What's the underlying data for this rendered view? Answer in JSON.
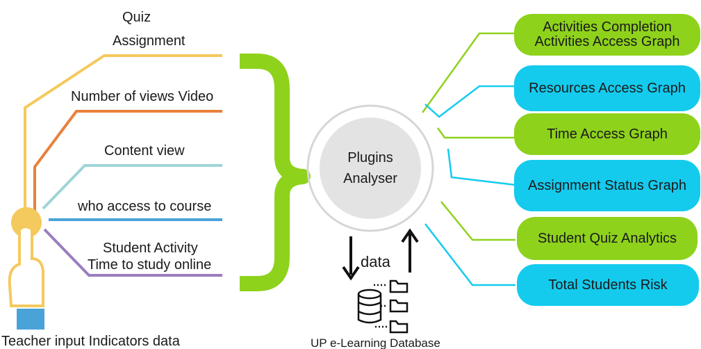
{
  "inputs": {
    "quiz": "Quiz",
    "assignment": "Assignment",
    "video_views": "Number of views Video",
    "content_view": "Content view",
    "course_access": "who access to course",
    "student_activity": "Student Activity",
    "study_time": "Time to study online"
  },
  "teacher_caption": "Teacher input Indicators data",
  "analyser": {
    "line1": "Plugins",
    "line2": "Analyser"
  },
  "data_label": "data",
  "database_caption": "UP e-Learning Database",
  "outputs": [
    {
      "line1": "Activities Completion",
      "line2": "Activities Access Graph",
      "color": "#8ed21c"
    },
    {
      "line1": "Resources  Access Graph",
      "line2": "",
      "color": "#14cbee"
    },
    {
      "line1": "Time  Access Graph",
      "line2": "",
      "color": "#8ed21c"
    },
    {
      "line1": "Assignment  Status Graph",
      "line2": "",
      "color": "#14cbee"
    },
    {
      "line1": "Student Quiz Analytics",
      "line2": "",
      "color": "#8ed21c"
    },
    {
      "line1": "Total Students Risk",
      "line2": "",
      "color": "#14cbee"
    }
  ],
  "colors": {
    "yellow": "#f4c95d",
    "orange": "#e8813c",
    "teal": "#9ed4d6",
    "blue": "#4aa3d8",
    "purple": "#9a7ec0",
    "green": "#8ed21c",
    "cyan": "#14cbee"
  },
  "icons": [
    "pointing-hand-icon",
    "brace-icon",
    "database-icon",
    "folder-icon",
    "arrow-down-icon",
    "arrow-up-icon"
  ]
}
